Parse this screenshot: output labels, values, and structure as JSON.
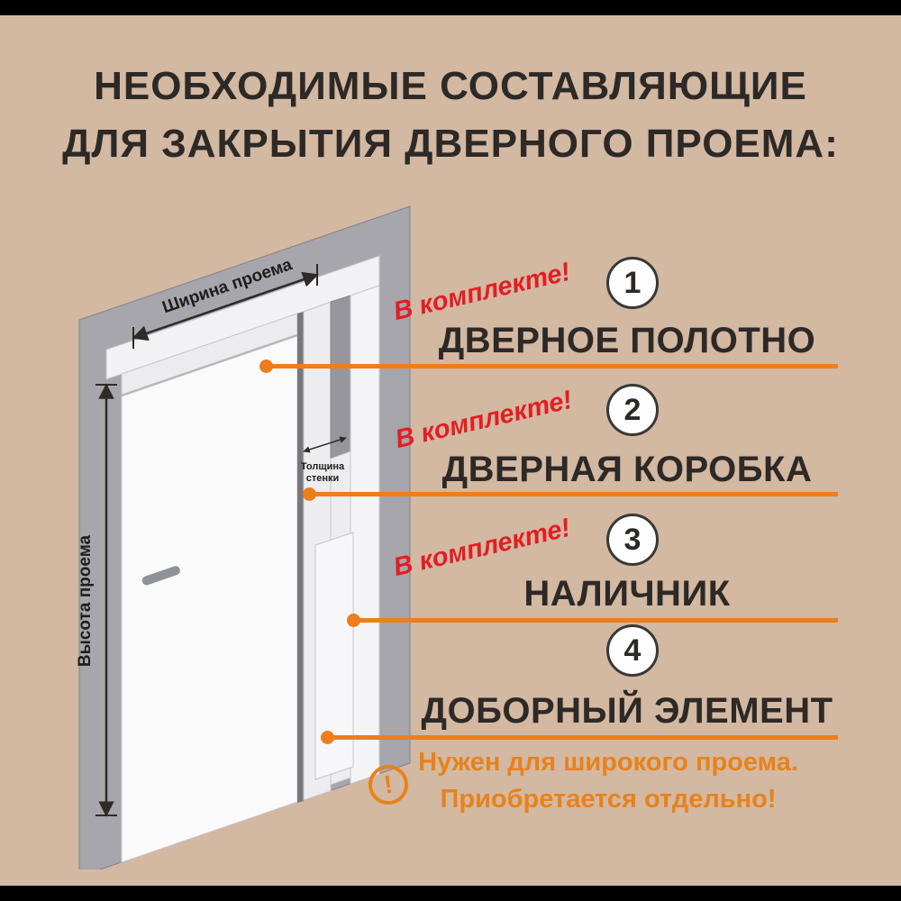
{
  "title": {
    "line1": "НЕОБХОДИМЫЕ СОСТАВЛЯЮЩИЕ",
    "line2": "ДЛЯ ЗАКРЫТИЯ ДВЕРНОГО ПРОЕМА:"
  },
  "diagram": {
    "width_label": "Ширина проема",
    "height_label": "Высота проема",
    "thickness_label_line1": "Толщина",
    "thickness_label_line2": "стенки"
  },
  "items": [
    {
      "number": "1",
      "label": "ДВЕРНОЕ ПОЛОТНО",
      "badge": "В комплекте!"
    },
    {
      "number": "2",
      "label": "ДВЕРНАЯ КОРОБКА",
      "badge": "В комплекте!"
    },
    {
      "number": "3",
      "label": "НАЛИЧНИК",
      "badge": "В комплекте!"
    },
    {
      "number": "4",
      "label": "ДОБОРНЫЙ ЭЛЕМЕНТ"
    }
  ],
  "warning": {
    "icon": "!",
    "line1": "Нужен для широкого проема.",
    "line2": "Приобретается отдельно!"
  },
  "colors": {
    "background": "#d3b8a2",
    "accent_orange": "#ee7d1b",
    "badge_red": "#e31e24",
    "warning_orange": "#e8821c",
    "text_dark": "#2d2926"
  }
}
